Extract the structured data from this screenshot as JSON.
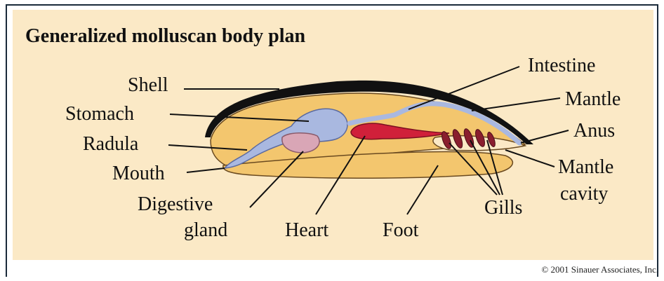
{
  "title": "Generalized molluscan body plan",
  "labels": {
    "shell": "Shell",
    "stomach": "Stomach",
    "radula": "Radula",
    "mouth": "Mouth",
    "digestive": "Digestive",
    "gland": "gland",
    "heart": "Heart",
    "foot": "Foot",
    "gills": "Gills",
    "intestine": "Intestine",
    "mantle": "Mantle",
    "anus": "Anus",
    "mantle_cavity_1": "Mantle",
    "mantle_cavity_2": "cavity"
  },
  "copyright": "© 2001 Sinauer Associates, Inc.",
  "colors": {
    "background": "#fbe9c6",
    "body": "#f3c66e",
    "shell": "#111111",
    "digestive_tract": "#a9b8e0",
    "digestive_gland": "#d9a6b6",
    "heart": "#d0203a",
    "gills": "#8a1e2e"
  }
}
